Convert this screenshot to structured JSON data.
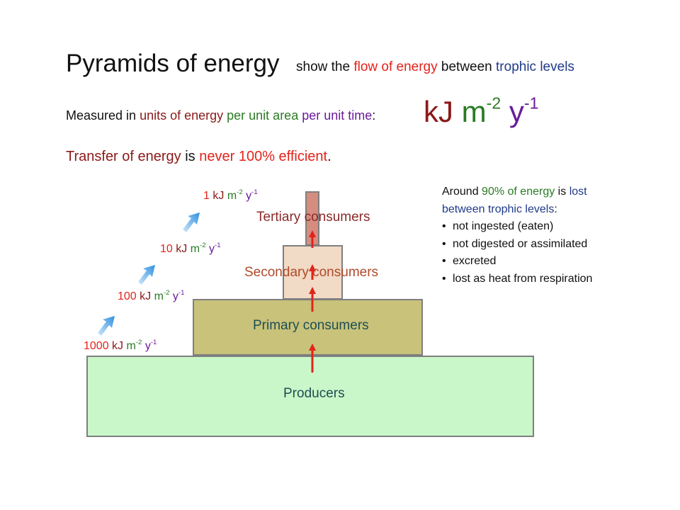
{
  "header": {
    "title": "Pyramids of energy",
    "subtitle": {
      "part1": "show the ",
      "part2": "flow of energy",
      "part3": " between ",
      "part4": "trophic levels"
    }
  },
  "measured": {
    "p1": "Measured in ",
    "p2": "units of energy",
    "p3": " per unit area",
    "p4": " per unit time",
    "p5": ":"
  },
  "big_unit": {
    "kj": "kJ",
    "m": "m",
    "m_exp": "-2",
    "y": "y",
    "y_exp": "-1"
  },
  "transfer": {
    "p1": "Transfer of energy",
    "p2": " is ",
    "p3": "never 100% efficient",
    "p4": "."
  },
  "pyramid": {
    "levels": [
      {
        "label": "Producers",
        "energy": "1000"
      },
      {
        "label": "Primary consumers",
        "energy": "100"
      },
      {
        "label": "Secondary consumers",
        "energy": "10"
      },
      {
        "label": "Tertiary consumers",
        "energy": "1"
      }
    ],
    "unit": {
      "kj": "kJ",
      "m": "m",
      "m_exp": "-2",
      "y": "y",
      "y_exp": "-1"
    }
  },
  "side": {
    "line1": {
      "p1": "Around ",
      "p2": "90% of energy",
      "p3": " is ",
      "p4": "lost"
    },
    "line2": {
      "p1": "between trophic levels",
      "p2": ":"
    },
    "bullets": [
      "not ingested (eaten)",
      "not digested or assimilated",
      "excreted",
      "lost as heat from respiration"
    ]
  },
  "colors": {
    "producers": "#c9f7c9",
    "primary": "#c8c27a",
    "secondary": "#f1dac6",
    "tertiary": "#d58d80",
    "flow_arrow": "#e3231b",
    "blue_arrow": "#3d9be0"
  }
}
